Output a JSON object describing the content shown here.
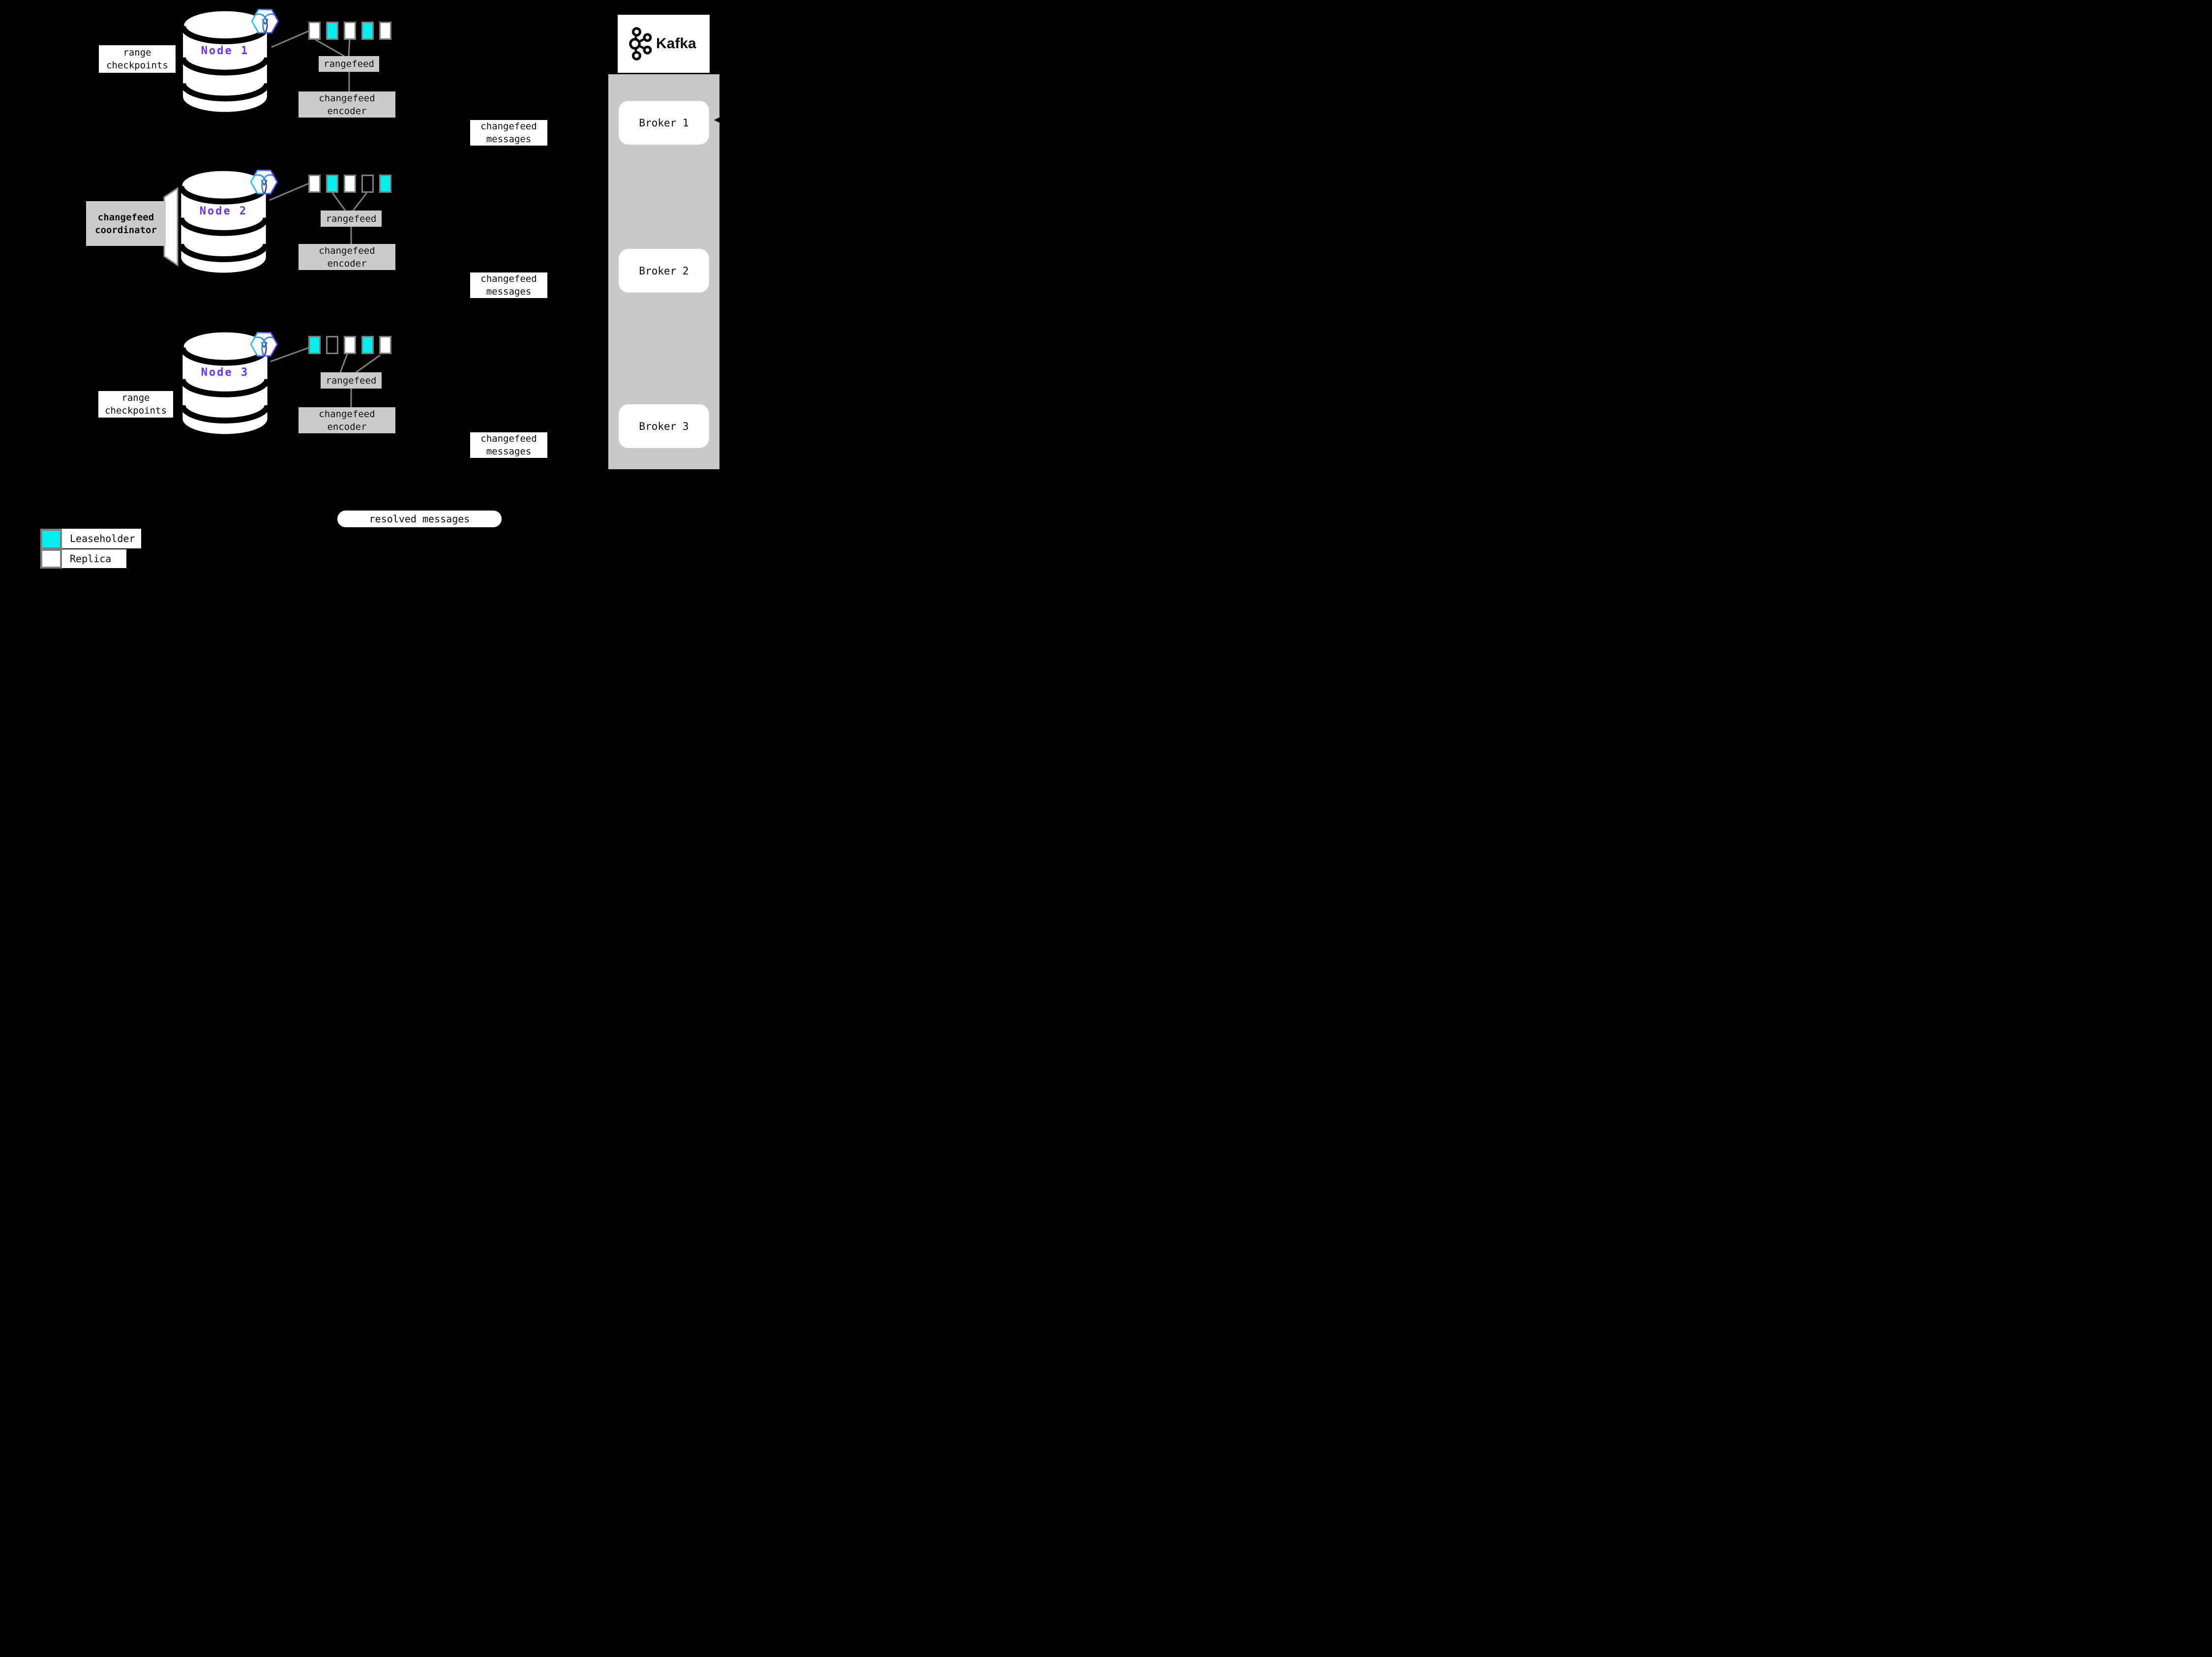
{
  "nodes": [
    {
      "label": "Node 1",
      "ranges": [
        "replica",
        "leaseholder",
        "replica",
        "leaseholder",
        "replica"
      ]
    },
    {
      "label": "Node 2",
      "ranges": [
        "replica",
        "leaseholder",
        "replica",
        "none",
        "leaseholder"
      ]
    },
    {
      "label": "Node 3",
      "ranges": [
        "leaseholder",
        "none",
        "replica",
        "leaseholder",
        "replica"
      ]
    }
  ],
  "labels": {
    "rangefeed": "rangefeed",
    "changefeed_encoder": [
      "changefeed",
      "encoder"
    ],
    "changefeed_messages": [
      "changefeed",
      "messages"
    ],
    "range_checkpoints": [
      "range",
      "checkpoints"
    ],
    "changefeed_coordinator": [
      "changefeed",
      "coordinator"
    ],
    "resolved_messages": "resolved messages"
  },
  "kafka": {
    "brand": "Kafka",
    "brokers": [
      {
        "label": "Broker 1"
      },
      {
        "label": "Broker 2"
      },
      {
        "label": "Broker 3"
      }
    ]
  },
  "legend": {
    "items": [
      {
        "type": "leaseholder",
        "label": "Leaseholder"
      },
      {
        "type": "replica",
        "label": "Replica"
      }
    ]
  },
  "icons": {
    "cockroachdb_hexagon": "cockroachdb-logo-icon",
    "kafka_logo": "kafka-logo-icon",
    "database_cylinder": "database-cylinder-icon"
  },
  "colors": {
    "background": "#000000",
    "leaseholder_cyan": "#00f0f0",
    "replica_white": "#ffffff",
    "node_label_purple": "#6633ff",
    "box_gray": "#cbcbcb",
    "container_gray": "#c9c9c9",
    "border_gray": "#7f7f7f",
    "hexagon_gradient_start": "#25c9f0",
    "hexagon_gradient_end": "#6933ff"
  }
}
